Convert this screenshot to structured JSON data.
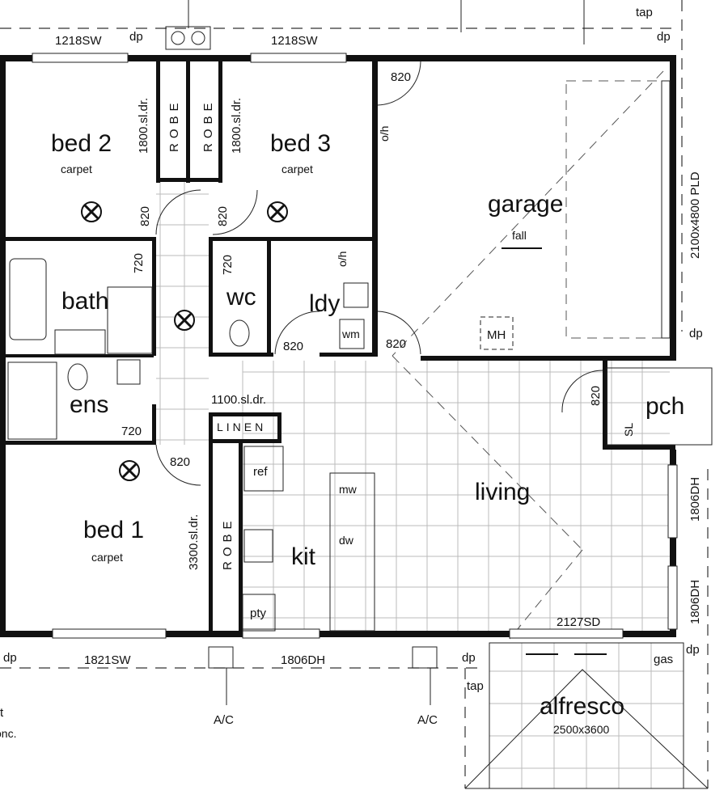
{
  "rooms": {
    "bed2": {
      "name": "bed 2",
      "floor": "carpet"
    },
    "bed3": {
      "name": "bed 3",
      "floor": "carpet"
    },
    "bed1": {
      "name": "bed 1",
      "floor": "carpet"
    },
    "garage": {
      "name": "garage",
      "note": "fall"
    },
    "bath": "bath",
    "wc": "wc",
    "ldy": "ldy",
    "ens": "ens",
    "kit": "kit",
    "living": "living",
    "pch": "pch",
    "alfresco": {
      "name": "alfresco",
      "size": "2500x3600"
    }
  },
  "labels": {
    "top_window_left": "1218SW",
    "top_window_right": "1218SW",
    "dp": "dp",
    "tap": "tap",
    "gas": "gas",
    "garage_door_width": "820",
    "oh": "o/h",
    "garage_door": "2100x4800 PLD",
    "mh": "MH",
    "robe": "ROBE",
    "sl_dr_1800": "1800.sl.dr.",
    "sl_dr_1100": "1100.sl.dr.",
    "sl_dr_3300": "3300.sl.dr.",
    "door_820": "820",
    "door_720": "720",
    "wm": "wm",
    "linen": "LINEN",
    "ref": "ref",
    "mw": "mw",
    "dw": "dw",
    "pty": "pty",
    "sl": "SL",
    "dh_1806": "1806DH",
    "sd_2127": "2127SD",
    "bottom_window_left": "1821SW",
    "bottom_window_mid": "1806DH",
    "ac": "A/C",
    "cut_text_1": "t",
    "cut_text_2": "onc."
  }
}
